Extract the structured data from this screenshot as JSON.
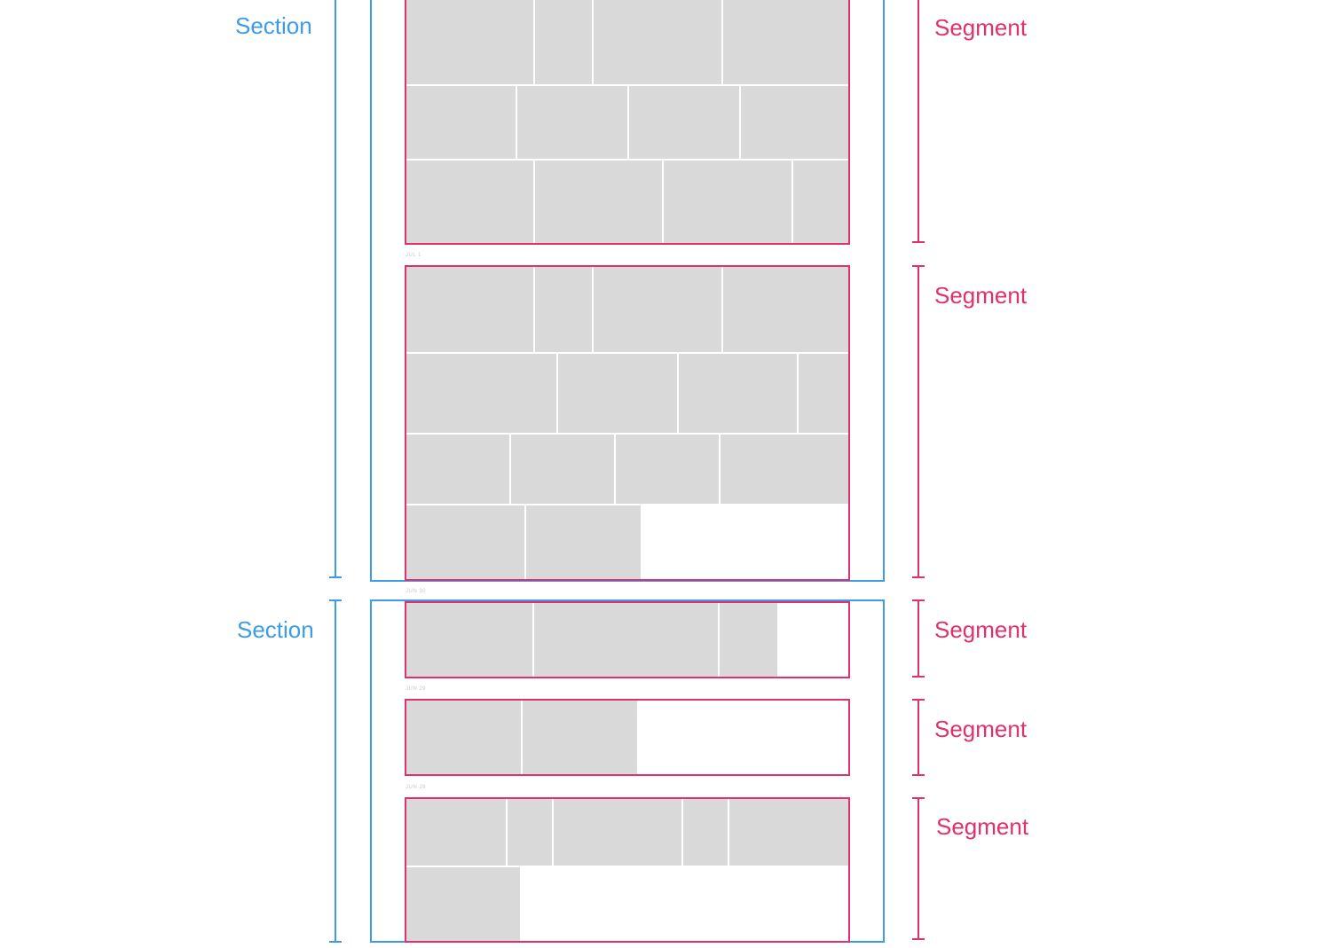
{
  "colors": {
    "section": "#3d9be9",
    "segment": "#e0306e",
    "tile": "#d9d9d9",
    "date_label": "#c8c8c8"
  },
  "labels": {
    "section": "Section",
    "segment": "Segment"
  },
  "sections": [
    {
      "label": "Section",
      "segments": [
        {
          "label": "Segment",
          "date": ""
        },
        {
          "label": "Segment",
          "date": "JUL 1"
        }
      ]
    },
    {
      "label": "Section",
      "segments": [
        {
          "label": "Segment",
          "date": "JUN 30"
        },
        {
          "label": "Segment",
          "date": "JUN 29"
        },
        {
          "label": "Segment",
          "date": "JUN 28"
        }
      ]
    }
  ]
}
